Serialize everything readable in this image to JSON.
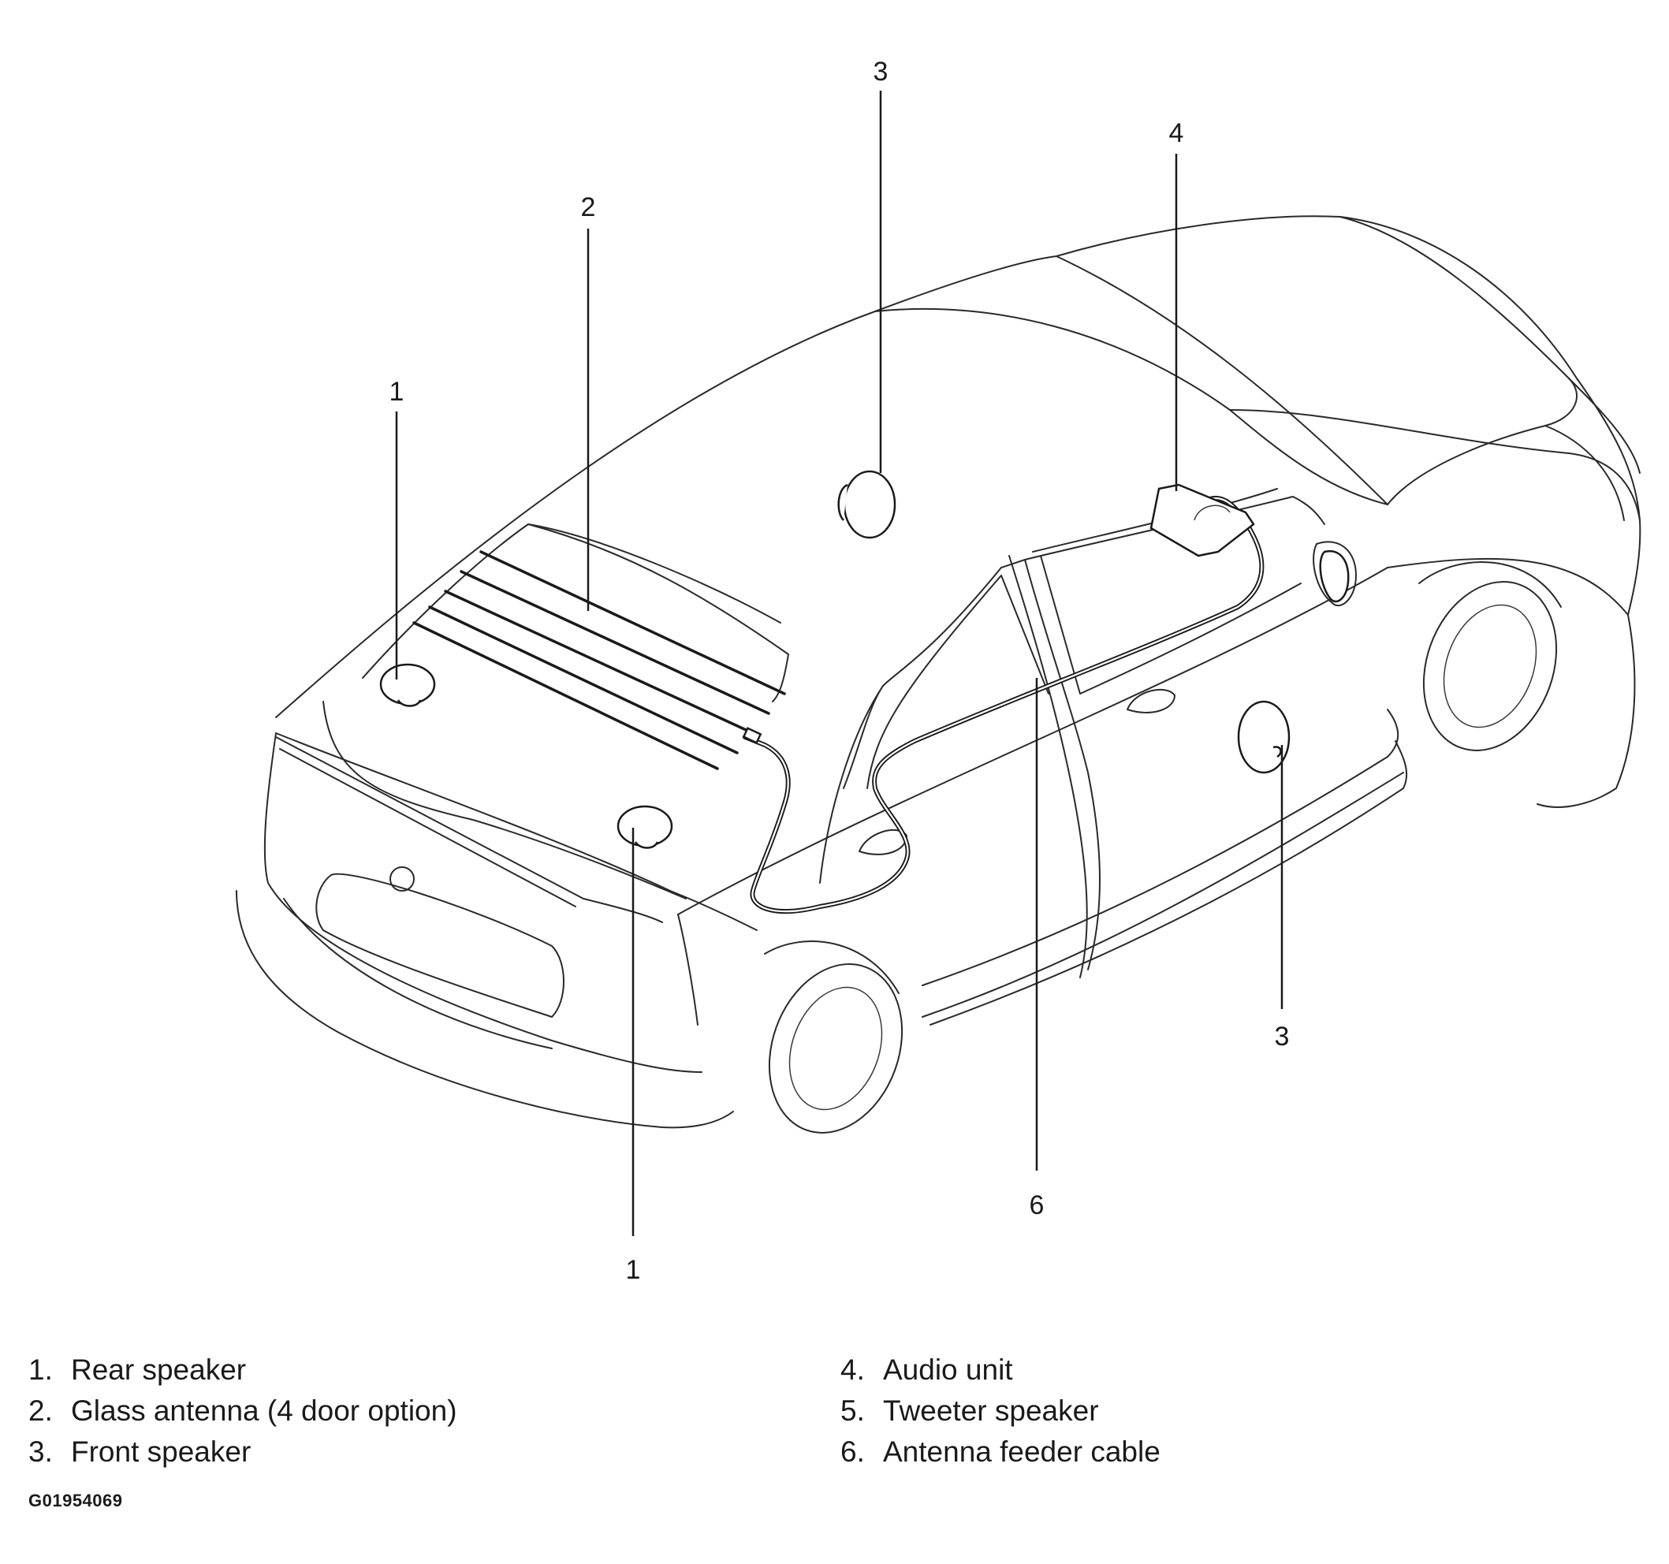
{
  "callouts": [
    {
      "id": "c1a",
      "label": "1"
    },
    {
      "id": "c1b",
      "label": "1"
    },
    {
      "id": "c2",
      "label": "2"
    },
    {
      "id": "c3a",
      "label": "3"
    },
    {
      "id": "c3b",
      "label": "3"
    },
    {
      "id": "c4",
      "label": "4"
    },
    {
      "id": "c6",
      "label": "6"
    }
  ],
  "legend": {
    "left": [
      {
        "num": "1.",
        "text": "Rear speaker"
      },
      {
        "num": "2.",
        "text": "Glass antenna (4 door option)"
      },
      {
        "num": "3.",
        "text": "Front speaker"
      }
    ],
    "right": [
      {
        "num": "4.",
        "text": "Audio unit"
      },
      {
        "num": "5.",
        "text": "Tweeter speaker"
      },
      {
        "num": "6.",
        "text": "Antenna feeder cable"
      }
    ]
  },
  "figure_code": "G01954069"
}
